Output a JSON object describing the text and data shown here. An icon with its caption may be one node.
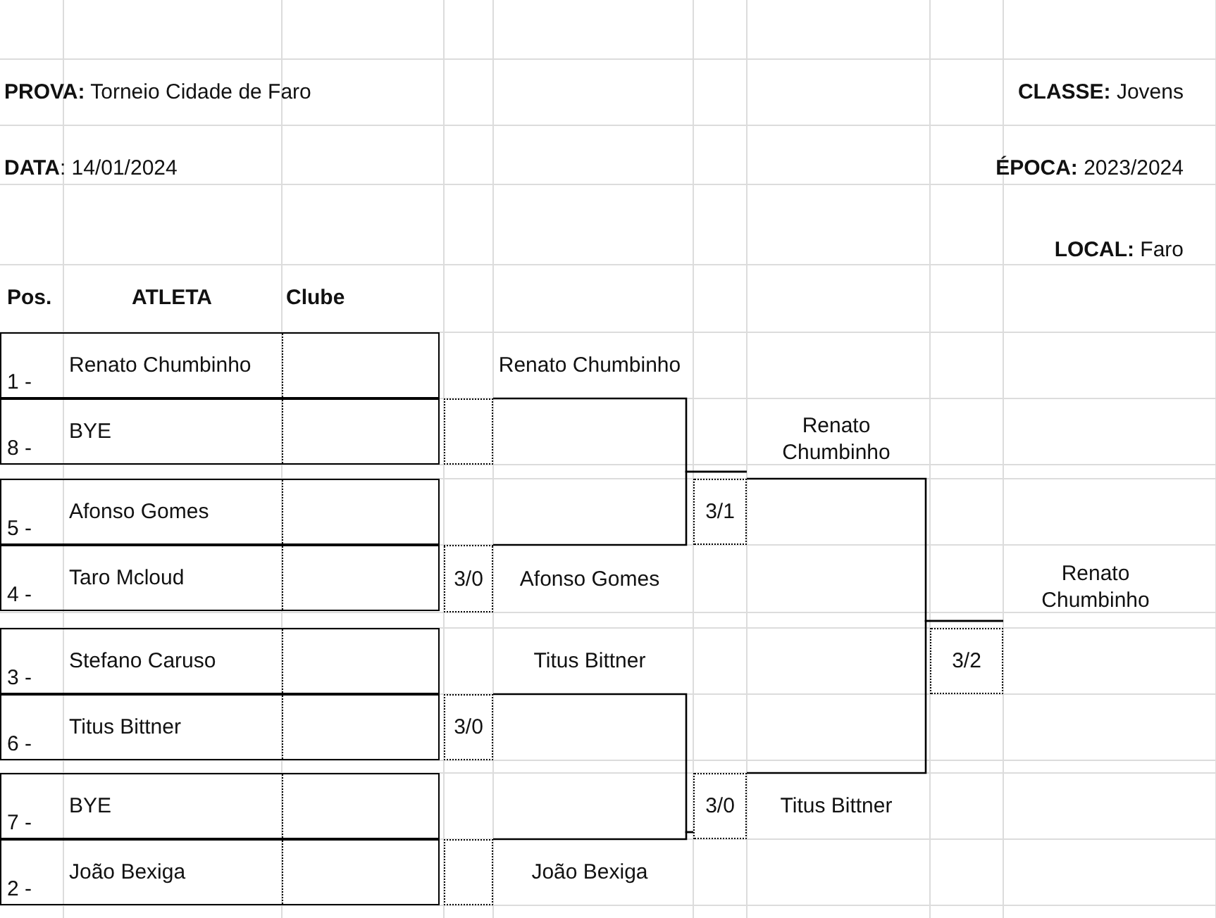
{
  "diagram": {
    "nodes": [
      {
        "text": [
          "1 -",
          "Renato Chumbinho"
        ]
      },
      {
        "text": [
          "8 -",
          "BYE"
        ]
      },
      {
        "text": [
          "5 -",
          "Afonso Gomes"
        ]
      },
      {
        "text": [
          "4 -",
          "Taro Mcloud"
        ]
      },
      {
        "text": [
          "3 -",
          "Stefano Caruso"
        ]
      },
      {
        "text": [
          "6 -",
          "Titus Bittner"
        ]
      },
      {
        "text": [
          "7 -",
          "BYE"
        ]
      },
      {
        "text": [
          "2 -",
          "João Bexiga"
        ]
      },
      {
        "text": [
          "Renato Chumbinho"
        ]
      },
      {
        "text": [
          "Afonso Gomes"
        ]
      },
      {
        "text": [
          "Titus Bittner"
        ]
      },
      {
        "text": [
          "João Bexiga"
        ]
      },
      {
        "text": [
          "Renato Chumbinho"
        ],
        "beside": [
          "3/1"
        ]
      },
      {
        "text": [
          "Renato Chumbinho"
        ],
        "beside": [
          "3/2"
        ]
      },
      {
        "text": [
          "Titus Bittner"
        ],
        "beside": [
          "3/0"
        ]
      }
    ],
    "edges": [
      {
        "from": 8,
        "to": 12,
        "arrow": "none"
      },
      {
        "from": 9,
        "to": 12,
        "arrow": "none"
      },
      {
        "from": 12,
        "to": 13,
        "arrow": "none"
      },
      {
        "from": 10,
        "to": 14,
        "arrow": "none"
      },
      {
        "from": 11,
        "to": 14,
        "arrow": "none"
      },
      {
        "from": 14,
        "to": 13,
        "arrow": "none"
      }
    ],
    "labels": [
      "**PROVA:** Torneio Cidade de Faro",
      "**CLASSE:** Jovens",
      "**DATA**: 14/01/2024",
      "**ÉPOCA:** 2023/2024",
      "**LOCAL:** Faro",
      "Pos.",
      "ATLETA",
      "Clube",
      "3/0",
      "3/0"
    ]
  }
}
